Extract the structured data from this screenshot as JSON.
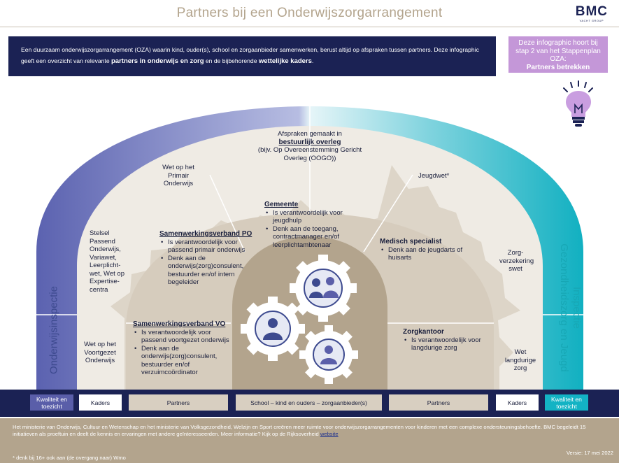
{
  "header": {
    "title": "Partners bij een Onderwijszorgarrangement",
    "logo_main": "BMC",
    "logo_sub": "VACHT GROUP"
  },
  "intro": {
    "part1": "Een duurzaam onderwijszorgarrangement (OZA) waarin kind, ouder(s), school en zorgaanbieder samenwerken, berust altijd op afspraken tussen partners. Deze infographic geeft een overzicht van relevante ",
    "bold1": "partners in onderwijs en zorg",
    "part2": " en de bijbehorende ",
    "bold2": "wettelijke kaders",
    "part3": "."
  },
  "step_box": {
    "line1": "Deze infographic hoort bij stap 2 van het Stappenplan OZA:",
    "line2": "Partners betrekken"
  },
  "diagram": {
    "side_left": "Onderwijsinspectie",
    "side_right_1": "Inspectie",
    "side_right_2": "Gezondheidszorg en Jeugd",
    "kaders": {
      "afspraken_1": "Afspraken gemaakt in",
      "afspraken_2": "bestuurlijk overleg",
      "afspraken_3": "(bijv. Op Overeenstemming Gericht Overleg (OOGO))",
      "wet_po": "Wet op het Primair Onderwijs",
      "jeugdwet": "Jeugdwet*",
      "stelsel": "Stelsel Passend Onderwijs, Variawet, Leerplicht-wet, Wet op Expertise-centra",
      "zvw": "Zorg-verzekering swet",
      "wet_vo": "Wet op het Voortgezet Onderwijs",
      "wlz": "Wet langdurige zorg"
    },
    "partners": {
      "gemeente": {
        "title": "Gemeente",
        "items": [
          "Is verantwoordelijk voor jeugdhulp",
          "Denk aan de toegang, contractmanager en/of leerplichtambtenaar"
        ]
      },
      "swv_po": {
        "title": "Samenwerkingsverband PO",
        "items": [
          "Is verantwoordelijk voor passend primair onderwijs",
          "Denk aan de onderwijs(zorg)consulent, bestuurder en/of intern begeleider"
        ]
      },
      "medisch": {
        "title": "Medisch specialist",
        "items": [
          "Denk aan de jeugdarts of huisarts"
        ]
      },
      "swv_vo": {
        "title": "Samenwerkingsverband VO",
        "items": [
          "Is verantwoordelijk voor passend voortgezet onderwijs",
          "Denk aan de onderwijs(zorg)consulent, bestuurder en/of verzuimcoördinator"
        ]
      },
      "zorgkantoor": {
        "title": "Zorgkantoor",
        "items": [
          "Is verantwoordelijk voor langdurige zorg"
        ]
      }
    }
  },
  "legend_bar": {
    "kwaliteit_left": "Kwaliteit en toezicht",
    "kaders_left": "Kaders",
    "partners_left": "Partners",
    "center": "School – kind en ouders – zorgaanbieder(s)",
    "partners_right": "Partners",
    "kaders_right": "Kaders",
    "kwaliteit_right": "Kwaliteit en toezicht"
  },
  "footer": {
    "text": "Het ministerie van Onderwijs, Cultuur en Wetenschap en het ministerie van Volksgezondheid, Welzijn en Sport creëren meer ruimte voor onderwijszorgarrangementen voor kinderen met een complexe ondersteuningsbehoefte. BMC begeleidt 15 initiatieven als proeftuin en deelt de kennis en ervaringen met andere geïnteresseerden. Meer informatie? Kijk op de Rijksoverheid ",
    "link": "website",
    "note": "* denk bij 16+ ook aan (de overgang naar) Wmo",
    "version": "Versie: 17 mei 2022"
  },
  "colors": {
    "navy": "#1b2254",
    "beige": "#b3a48d",
    "lilac": "#c497d8",
    "teal": "#13b3c4",
    "purple": "#5a5ea9"
  }
}
